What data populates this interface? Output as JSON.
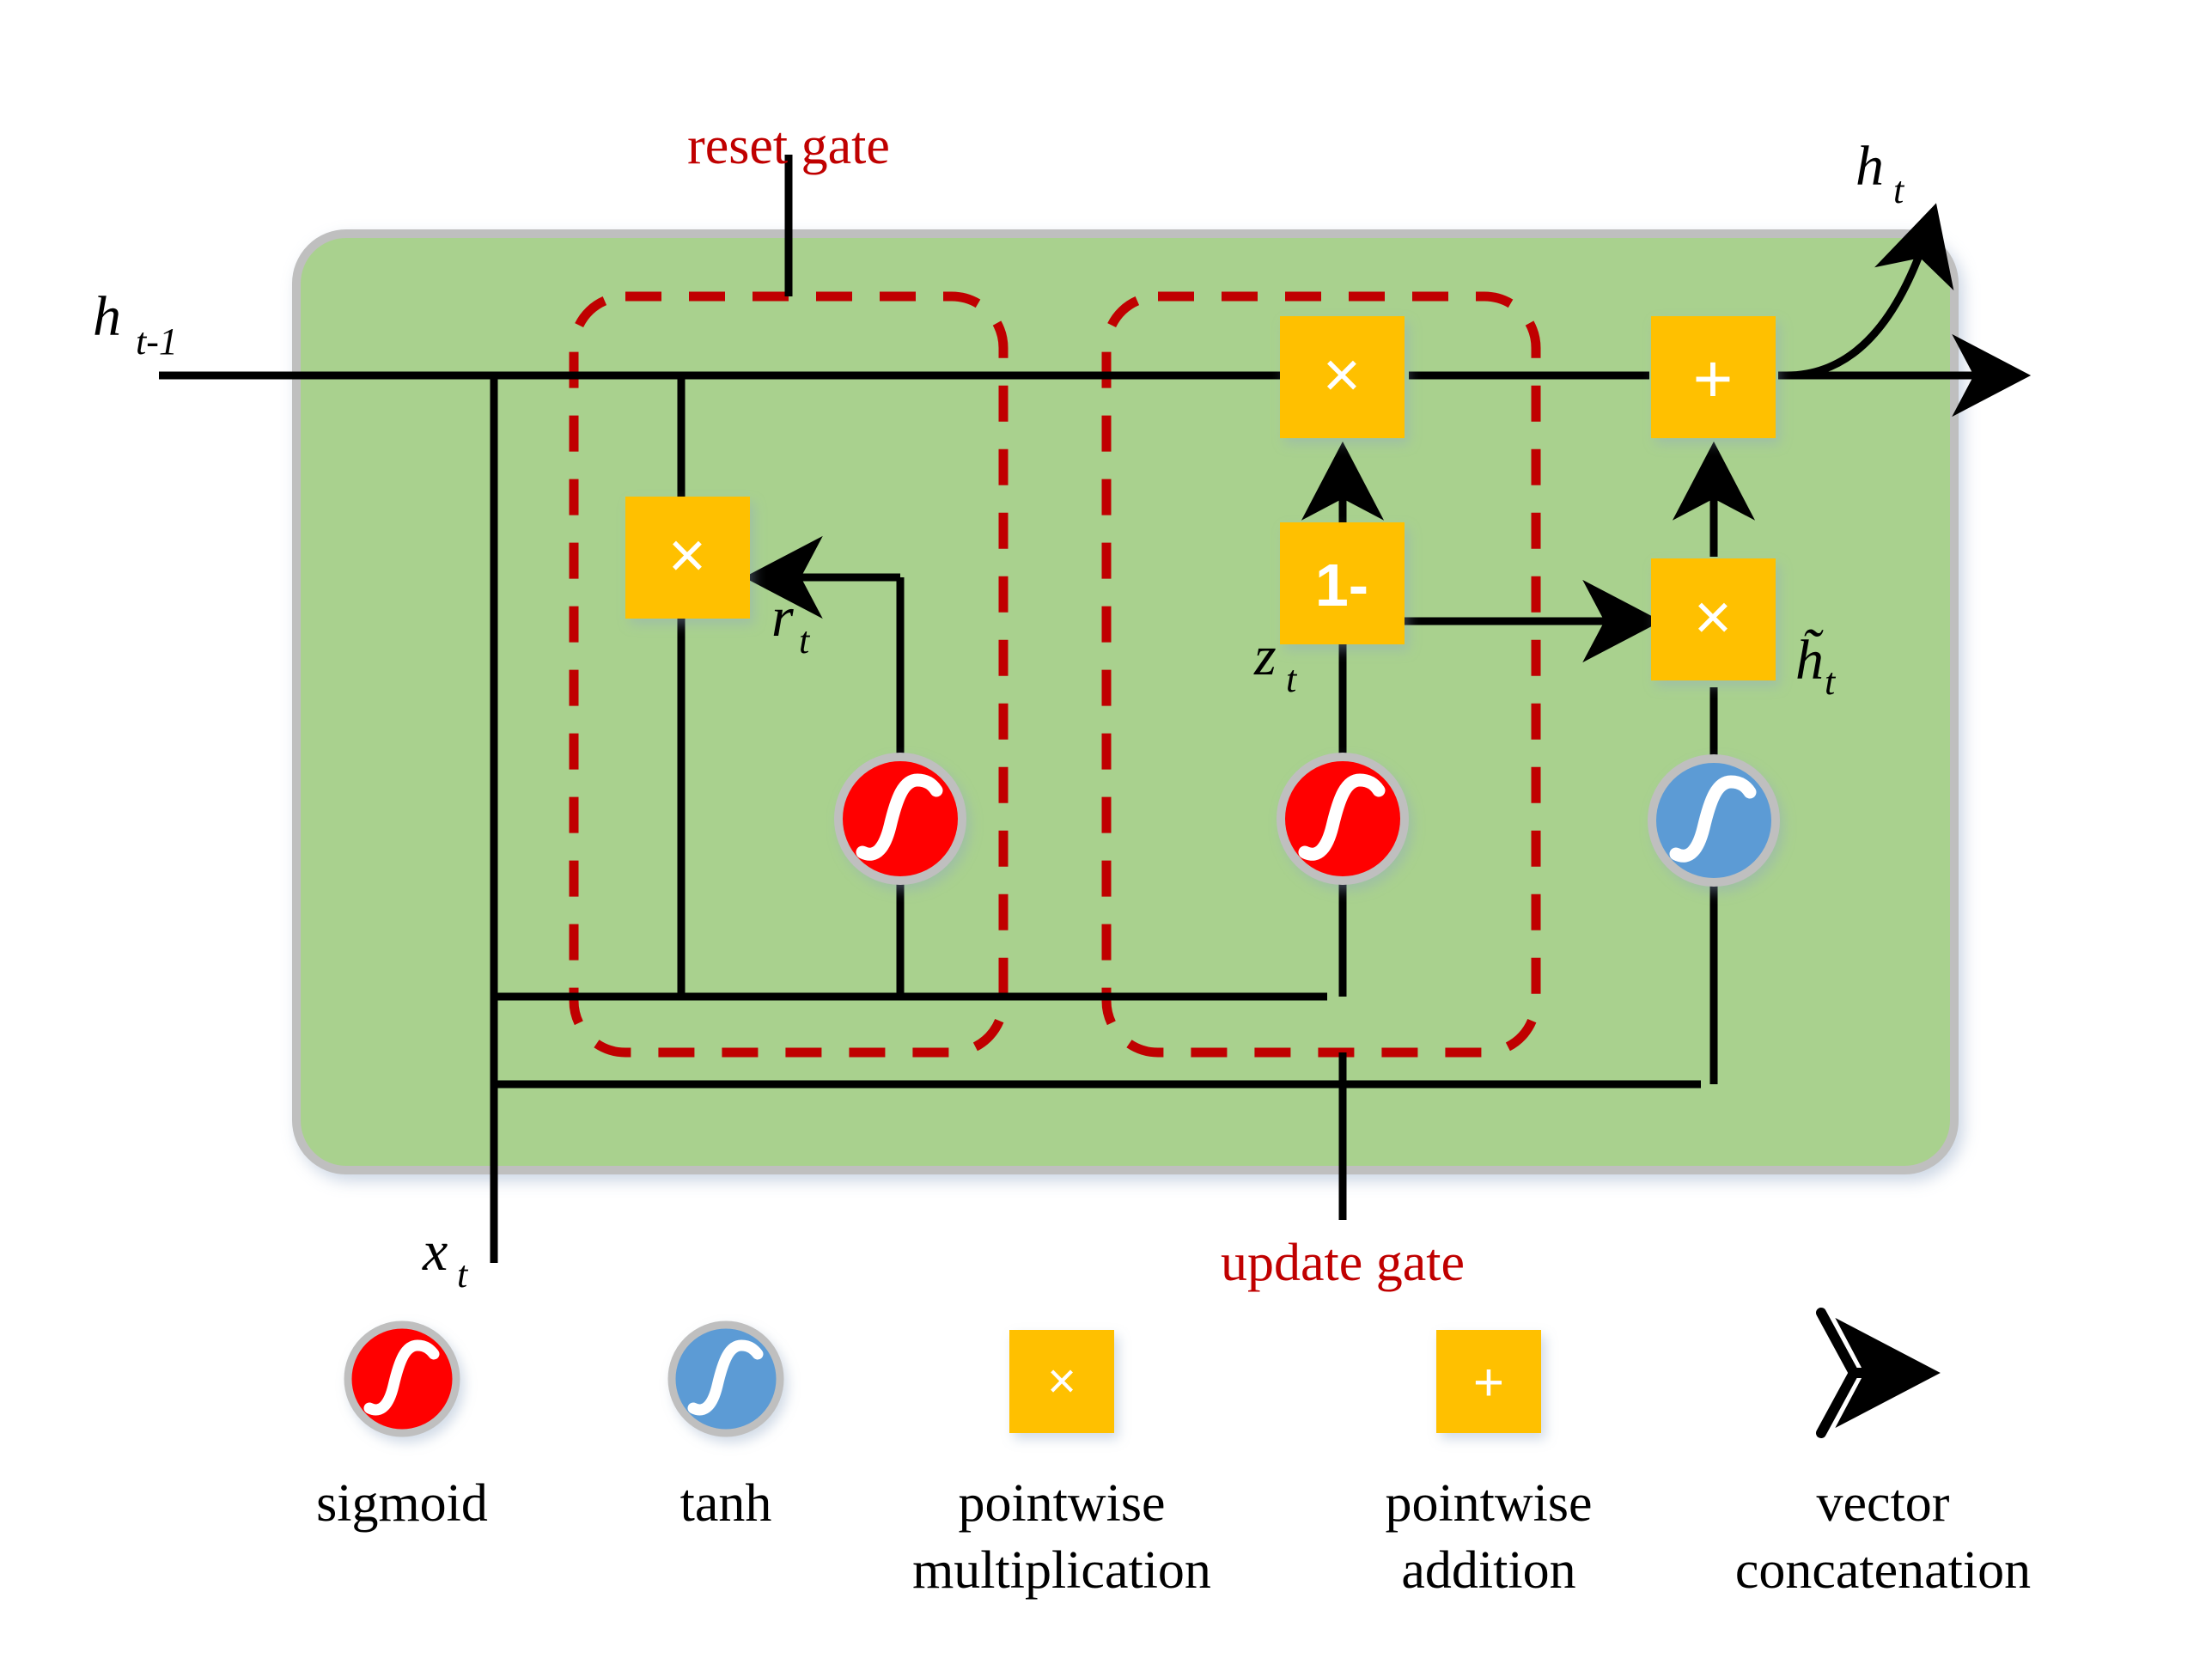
{
  "figure": {
    "title_hidden": "GRU cell architecture diagram",
    "colors": {
      "cell_background": "#A9D18E",
      "cell_border": "#BFBFBF",
      "gate_dash": "#C00000",
      "op_box": "#FFC000",
      "op_glyph": "#FFFFFF",
      "sigmoid_circle": "#FF0000",
      "tanh_circle": "#5B9BD5",
      "circle_border": "#BFBFBF",
      "wire": "#000000",
      "page_background": "#FFFFFF"
    }
  },
  "annotations": {
    "reset_gate": "reset gate",
    "update_gate": "update gate"
  },
  "signals": {
    "h_prev": {
      "base": "h",
      "sub": "t-1"
    },
    "h_out": {
      "base": "h",
      "sub": "t"
    },
    "x_in": {
      "base": "x",
      "sub": "t"
    },
    "r_gate": {
      "base": "r",
      "sub": "t"
    },
    "z_gate": {
      "base": "z",
      "sub": "t"
    },
    "h_cand": {
      "base": "h̃",
      "sub": "t"
    }
  },
  "operators": [
    {
      "id": "mul-reset",
      "glyph": "×",
      "name": "pointwise-multiplication"
    },
    {
      "id": "mul-top",
      "glyph": "×",
      "name": "pointwise-multiplication"
    },
    {
      "id": "one-minus",
      "glyph": "1-",
      "name": "one-minus"
    },
    {
      "id": "mul-candidate",
      "glyph": "×",
      "name": "pointwise-multiplication"
    },
    {
      "id": "add",
      "glyph": "+",
      "name": "pointwise-addition"
    }
  ],
  "activations": [
    {
      "id": "sigmoid-reset",
      "type": "sigmoid",
      "color": "#FF0000"
    },
    {
      "id": "sigmoid-update",
      "type": "sigmoid",
      "color": "#FF0000"
    },
    {
      "id": "tanh-candidate",
      "type": "tanh",
      "color": "#5B9BD5"
    }
  ],
  "legend": {
    "items": [
      {
        "icon": "sigmoid-circle-icon",
        "label_line1": "sigmoid",
        "label_line2": ""
      },
      {
        "icon": "tanh-circle-icon",
        "label_line1": "tanh",
        "label_line2": ""
      },
      {
        "icon": "multiplication-box-icon",
        "label_line1": "pointwise",
        "label_line2": "multiplication"
      },
      {
        "icon": "addition-box-icon",
        "label_line1": "pointwise",
        "label_line2": "addition"
      },
      {
        "icon": "vector-concatenation-icon",
        "label_line1": "vector",
        "label_line2": "concatenation"
      }
    ]
  }
}
